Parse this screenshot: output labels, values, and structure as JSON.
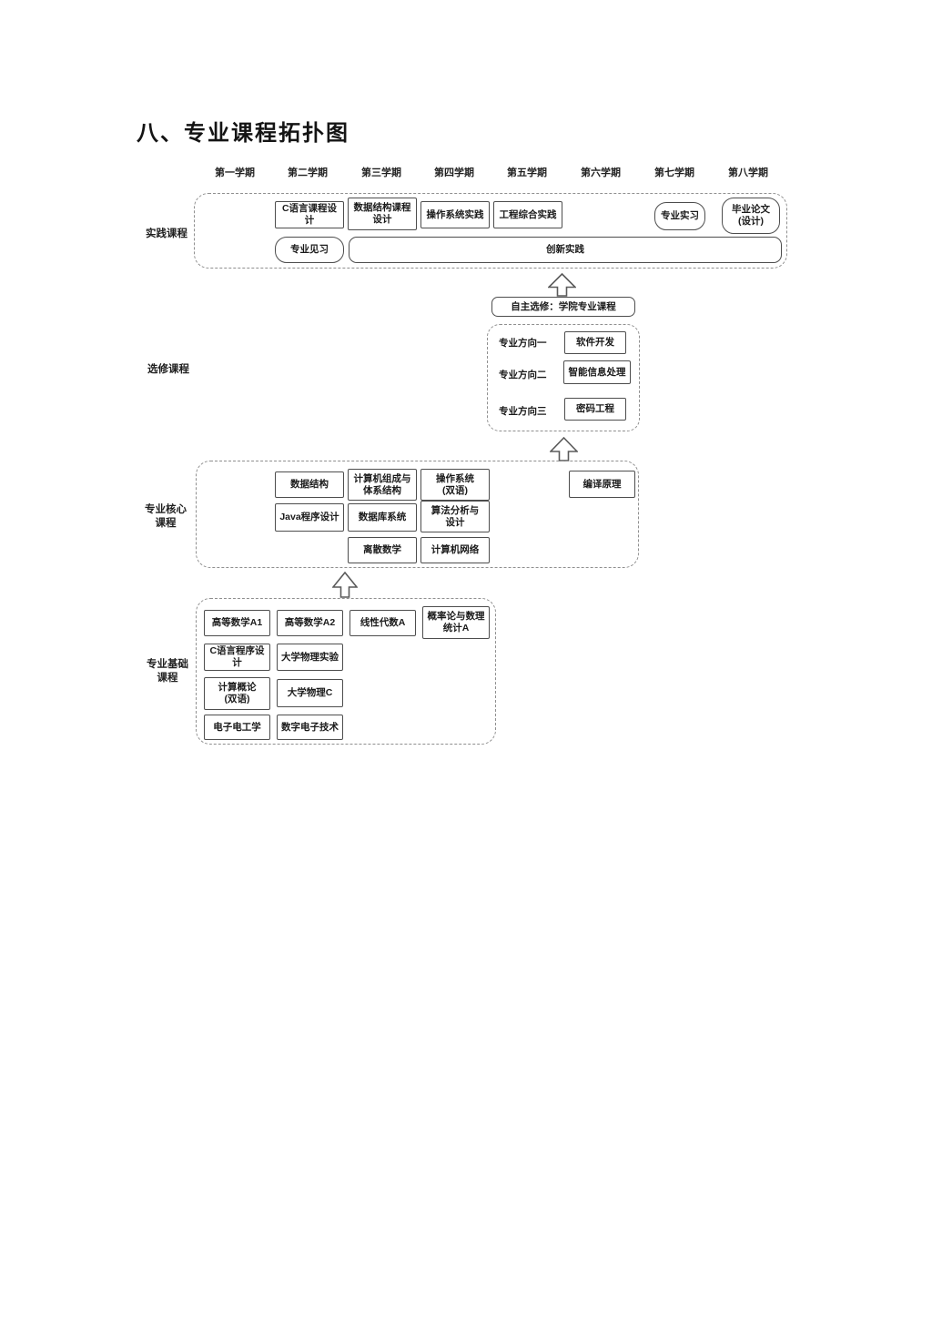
{
  "title": "八、专业课程拓扑图",
  "semesters": [
    "第一学期",
    "第二学期",
    "第三学期",
    "第四学期",
    "第五学期",
    "第六学期",
    "第七学期",
    "第八学期"
  ],
  "practice": {
    "label": "实践课程",
    "c_language_course_design": "C语言课程设计",
    "data_structure_course_design": "数据结构课程\n设计",
    "os_practice": "操作系统实践",
    "engineering_practice": "工程综合实践",
    "internship": "专业实习",
    "graduation_thesis": "毕业论文\n(设计)",
    "observation": "专业见习",
    "innovation_practice": "创新实践"
  },
  "elective": {
    "label": "选修课程",
    "self_selected": "自主选修：学院专业课程",
    "directions": [
      {
        "label": "专业方向一",
        "course": "软件开发"
      },
      {
        "label": "专业方向二",
        "course": "智能信息处理"
      },
      {
        "label": "专业方向三",
        "course": "密码工程"
      }
    ]
  },
  "core": {
    "label": "专业核心\n课程",
    "data_structure": "数据结构",
    "computer_organization": "计算机组成与\n体系结构",
    "operating_system": "操作系统\n(双语)",
    "compiler_principles": "编译原理",
    "java_programming": "Java程序设计",
    "database_systems": "数据库系统",
    "algorithm_design": "算法分析与\n设计",
    "discrete_math": "离散数学",
    "computer_networks": "计算机网络"
  },
  "basic": {
    "label": "专业基础\n课程",
    "advanced_math_a1": "高等数学A1",
    "advanced_math_a2": "高等数学A2",
    "linear_algebra": "线性代数A",
    "probability_statistics": "概率论与数理\n统计A",
    "c_language_programming": "C语言程序设计",
    "physics_experiment": "大学物理实验",
    "computing_introduction": "计算概论\n(双语)",
    "university_physics_c": "大学物理C",
    "electronics": "电子电工学",
    "digital_electronics": "数字电子技术"
  }
}
